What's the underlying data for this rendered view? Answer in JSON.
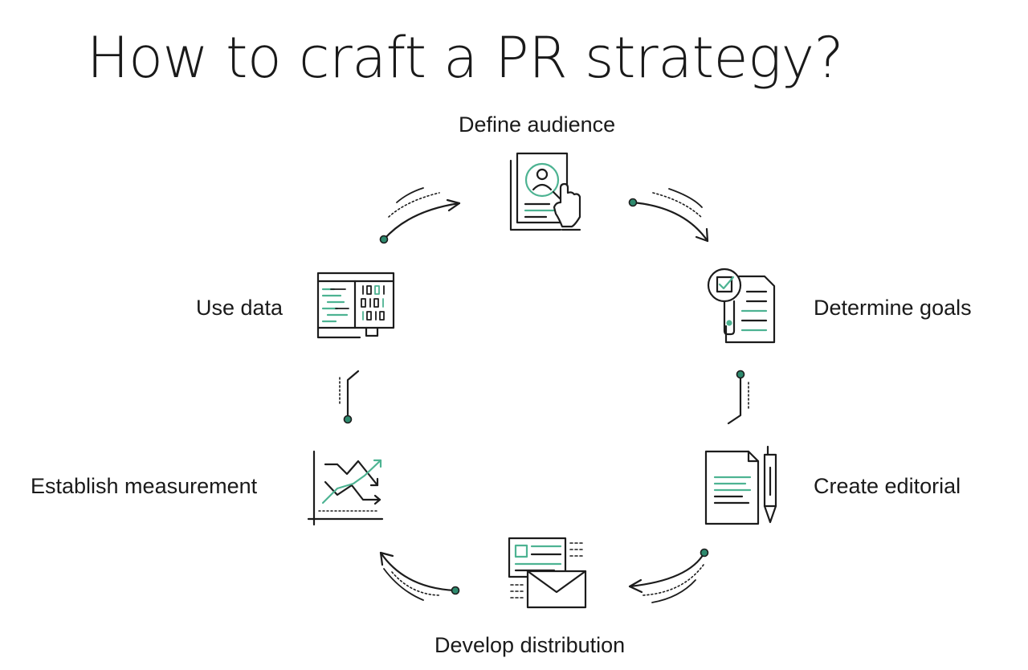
{
  "title": "How to craft a PR strategy?",
  "colors": {
    "ink": "#1c1c1c",
    "accent": "#4db392",
    "dot": "#2e8a6e"
  },
  "steps": [
    {
      "label": "Define audience",
      "icon": "audience-search-icon"
    },
    {
      "label": "Determine goals",
      "icon": "goals-checklist-icon"
    },
    {
      "label": "Create editorial",
      "icon": "editorial-document-icon"
    },
    {
      "label": "Develop distribution",
      "icon": "distribution-mail-icon"
    },
    {
      "label": "Establish measurement",
      "icon": "measurement-chart-icon"
    },
    {
      "label": "Use data",
      "icon": "data-monitor-icon"
    }
  ]
}
